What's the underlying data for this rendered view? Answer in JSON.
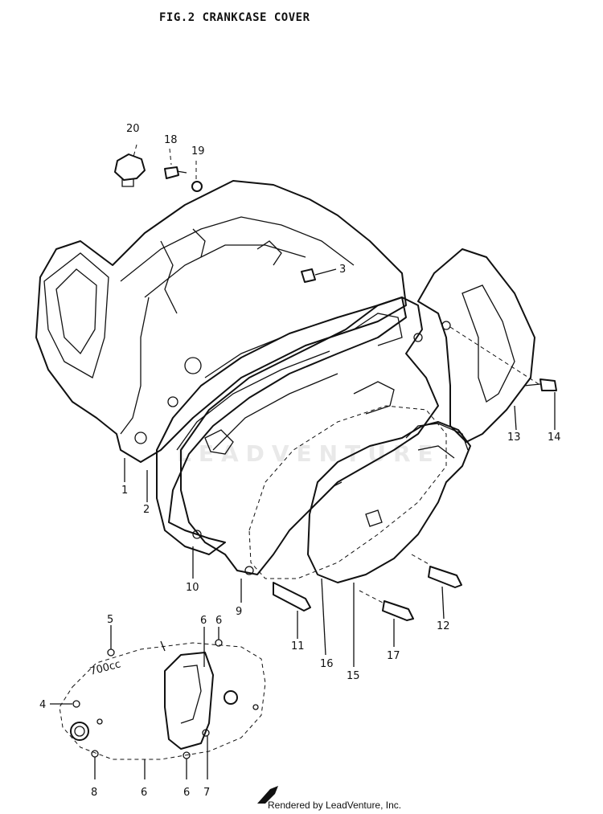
{
  "title": "FIG.2  CRANKCASE COVER",
  "footer": "Rendered by LeadVenture, Inc.",
  "watermark": "LEADVENTURE",
  "colors": {
    "ink": "#111111",
    "paper": "#ffffff",
    "watermark": "#e9e9e9"
  },
  "callouts": {
    "c1": "1",
    "c2": "2",
    "c3": "3",
    "c4": "4",
    "c5": "5",
    "c6a": "6",
    "c6b": "6",
    "c6c": "6",
    "c6d": "6",
    "c7": "7",
    "c8": "8",
    "c9": "9",
    "c10": "10",
    "c11": "11",
    "c12": "12",
    "c13": "13",
    "c14": "14",
    "c15": "15",
    "c16": "16",
    "c17": "17",
    "c18": "18",
    "c19": "19",
    "c20": "20"
  },
  "inset_label": "700cc"
}
